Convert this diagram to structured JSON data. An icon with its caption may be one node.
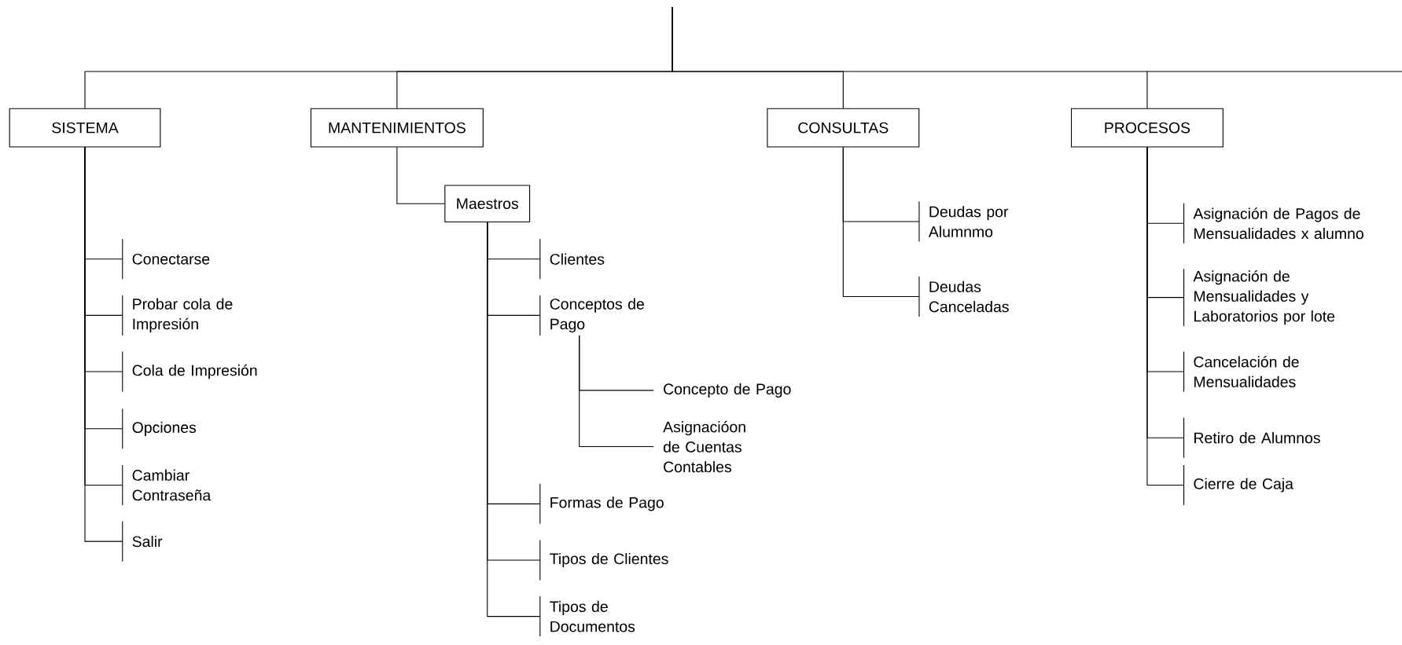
{
  "diagram": {
    "nodes": [
      {
        "text": [
          "SISTEMA"
        ]
      },
      {
        "text": [
          "MANTENIMIENTOS"
        ]
      },
      {
        "text": [
          "CONSULTAS"
        ]
      },
      {
        "text": [
          "PROCESOS"
        ]
      },
      {
        "text": [
          "Maestros"
        ]
      },
      {
        "text": [
          "Conectarse"
        ]
      },
      {
        "text": [
          "Probar cola de Impresión"
        ]
      },
      {
        "text": [
          "Cola de Impresión"
        ]
      },
      {
        "text": [
          "Opciones"
        ]
      },
      {
        "text": [
          "Cambiar Contraseña"
        ]
      },
      {
        "text": [
          "Salir"
        ]
      },
      {
        "text": [
          "Clientes"
        ]
      },
      {
        "text": [
          "Conceptos de Pago"
        ]
      },
      {
        "text": [
          "Concepto de Pago"
        ]
      },
      {
        "text": [
          "Asignacióon de Cuentas Contables"
        ]
      },
      {
        "text": [
          "Formas de Pago"
        ]
      },
      {
        "text": [
          "Tipos de Clientes"
        ]
      },
      {
        "text": [
          "Tipos de Documentos"
        ]
      },
      {
        "text": [
          "Deudas por Alumnmo"
        ]
      },
      {
        "text": [
          "Deudas Canceladas"
        ]
      },
      {
        "text": [
          "Asignación de Pagos de Mensualidades x alumno"
        ]
      },
      {
        "text": [
          "Asignación de Mensualidades y Laboratorios por lote"
        ]
      },
      {
        "text": [
          "Cancelación de Mensualidades"
        ]
      },
      {
        "text": [
          "Retiro de Alumnos"
        ]
      },
      {
        "text": [
          "Cierre de Caja"
        ]
      }
    ],
    "edges": [
      {
        "from": null,
        "to": 0,
        "arrow": "none"
      },
      {
        "from": null,
        "to": 1,
        "arrow": "none"
      },
      {
        "from": null,
        "to": 2,
        "arrow": "none"
      },
      {
        "from": null,
        "to": 3,
        "arrow": "none"
      },
      {
        "from": 0,
        "to": 5,
        "arrow": "none"
      },
      {
        "from": 0,
        "to": 6,
        "arrow": "none"
      },
      {
        "from": 0,
        "to": 7,
        "arrow": "none"
      },
      {
        "from": 0,
        "to": 8,
        "arrow": "none"
      },
      {
        "from": 0,
        "to": 9,
        "arrow": "none"
      },
      {
        "from": 0,
        "to": 10,
        "arrow": "none"
      },
      {
        "from": 1,
        "to": 4,
        "arrow": "none"
      },
      {
        "from": 4,
        "to": 11,
        "arrow": "none"
      },
      {
        "from": 4,
        "to": 12,
        "arrow": "none"
      },
      {
        "from": 12,
        "to": 13,
        "arrow": "none"
      },
      {
        "from": 12,
        "to": 14,
        "arrow": "none"
      },
      {
        "from": 4,
        "to": 15,
        "arrow": "none"
      },
      {
        "from": 4,
        "to": 16,
        "arrow": "none"
      },
      {
        "from": 4,
        "to": 17,
        "arrow": "none"
      },
      {
        "from": 2,
        "to": 18,
        "arrow": "none"
      },
      {
        "from": 2,
        "to": 19,
        "arrow": "none"
      },
      {
        "from": 3,
        "to": 20,
        "arrow": "none"
      },
      {
        "from": 3,
        "to": 21,
        "arrow": "none"
      },
      {
        "from": 3,
        "to": 22,
        "arrow": "none"
      },
      {
        "from": 3,
        "to": 23,
        "arrow": "none"
      },
      {
        "from": 3,
        "to": 24,
        "arrow": "none"
      }
    ]
  }
}
